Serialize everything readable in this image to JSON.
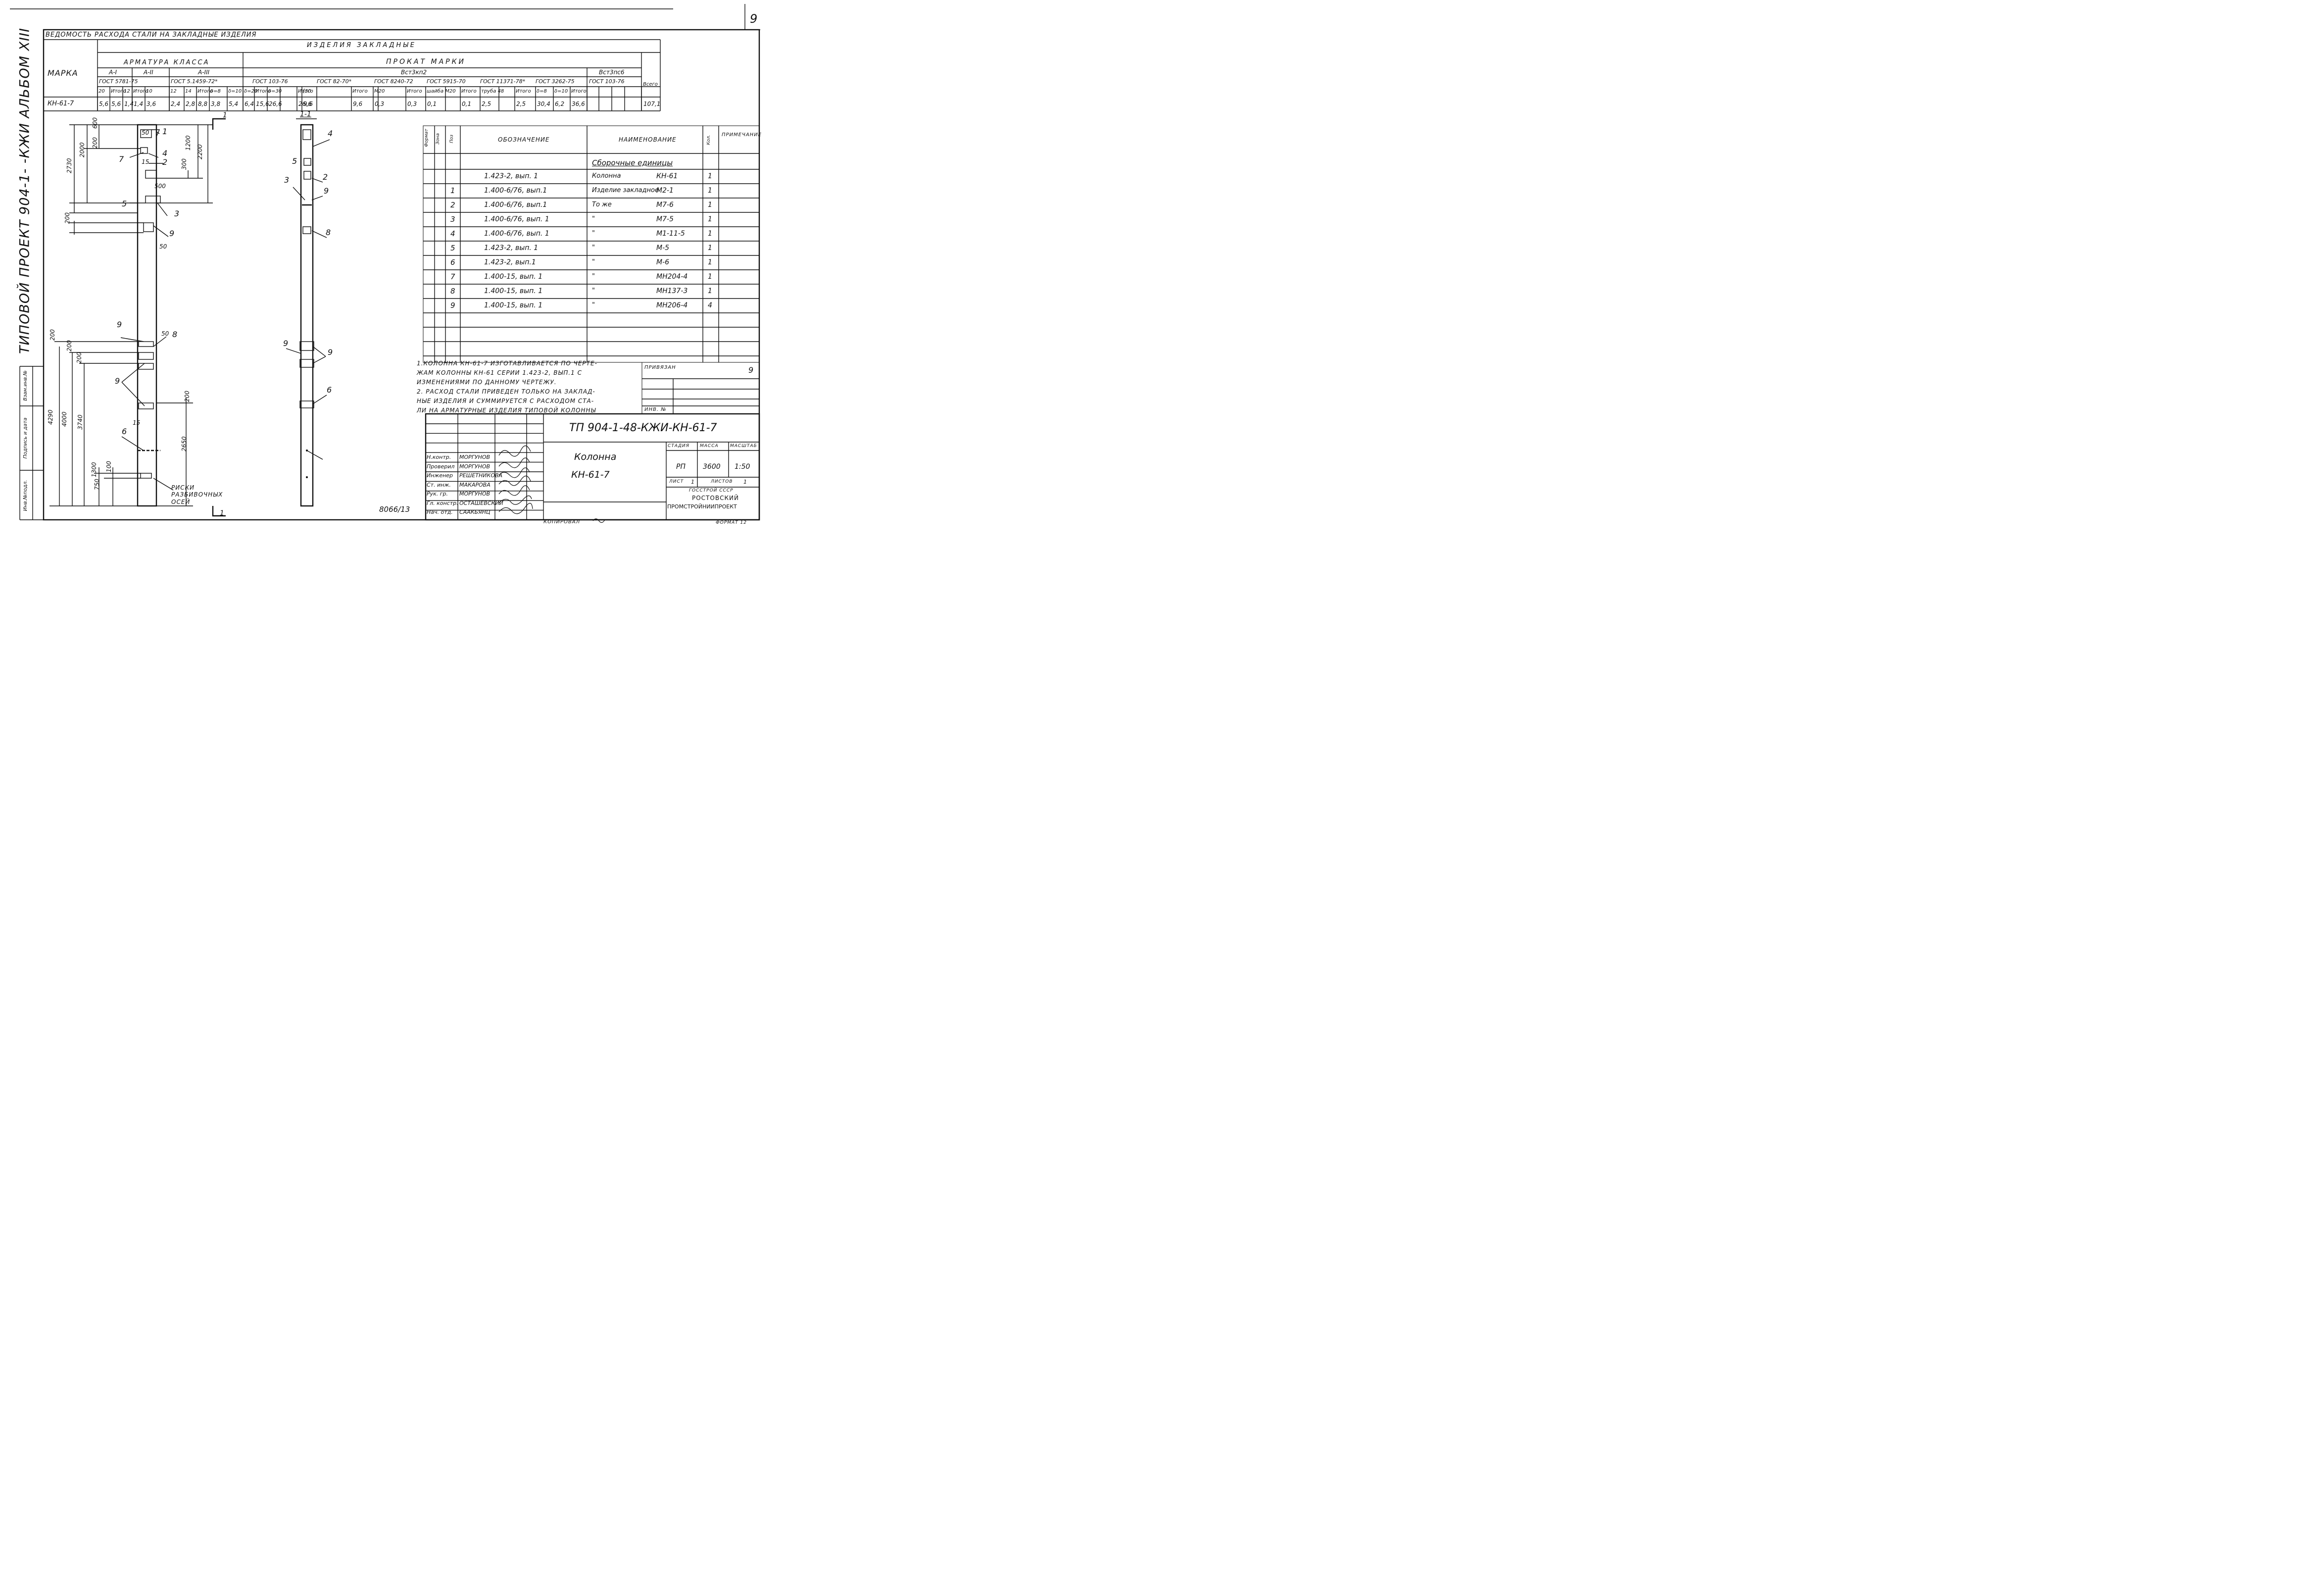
{
  "page_number": "9",
  "side_title": "Типовой проект 904-1- -КЖИ Альбом XIII",
  "side_stamp": [
    "Инв.№подл.",
    "Подпись и дата",
    "Взам.инв.№"
  ],
  "steel": {
    "title": "Ведомость расхода стали на закладные изделия",
    "super_header": "Изделия закладные",
    "marka_label": "Марка",
    "arm_label": "Арматура класса",
    "prokat_label": "Прокат марки",
    "arm_classes": [
      "А-I",
      "А-II",
      "А-III"
    ],
    "vst3kp2": "Вст3кп2",
    "vst3ps6": "Вст3пс6",
    "gost": [
      "ГОСТ 5781-75",
      "ГОСТ 5.1459-72*",
      "ГОСТ 103-76",
      "ГОСТ 82-70*",
      "ГОСТ 8240-72",
      "ГОСТ 5915-70",
      "ГОСТ 11371-78*",
      "ГОСТ 3262-75",
      "ГОСТ 103-76"
    ],
    "vsego": "Всего",
    "cols": [
      "20",
      "Итого",
      "12",
      "Итого",
      "10",
      "12",
      "14",
      "Итого",
      "δ=8",
      "δ=10",
      "δ=20",
      "Итого",
      "δ=30",
      "",
      "Итого",
      "[30",
      "",
      "Итого",
      "M20",
      "",
      "Итого",
      "шайба M20",
      "",
      "Итого",
      "труба 48",
      "",
      "Итого",
      "δ=8",
      "δ=10",
      "Итого"
    ],
    "row_mark": "КН-61-7",
    "row_values": [
      "5,6",
      "5,6",
      "1,4",
      "1,4",
      "3,6",
      "2,4",
      "2,8",
      "8,8",
      "3,8",
      "5,4",
      "6,4",
      "15,6",
      "26,6",
      "",
      "26,6",
      "9,6",
      "",
      "9,6",
      "0,3",
      "",
      "0,3",
      "0,1",
      "",
      "0,1",
      "2,5",
      "",
      "2,5",
      "30,4",
      "6,2",
      "36,6"
    ],
    "row_total": "107,1"
  },
  "drawing": {
    "section_mark": "1",
    "section_label": "1-1",
    "dims": [
      "2730",
      "2000",
      "200",
      "600",
      "1200",
      "2200",
      "300",
      "500",
      "50",
      "15",
      "200",
      "50",
      "200",
      "200",
      "200",
      "4290",
      "4000",
      "3740",
      "1300",
      "750",
      "100",
      "2650",
      "15",
      "200",
      "50"
    ],
    "callouts": [
      "1",
      "7",
      "4",
      "2",
      "5",
      "3",
      "9",
      "9",
      "8",
      "9",
      "6",
      "4",
      "5",
      "2",
      "3",
      "9",
      "8",
      "9",
      "9",
      "6"
    ],
    "risk_label": "Риски разбивочных осей",
    "sheet_code": "8066/13"
  },
  "spec": {
    "headers": [
      "Формат",
      "Зона",
      "Поз",
      "Обозначение",
      "Наименование",
      "Кол.",
      "Примечание"
    ],
    "section_title": "Сборочные единицы",
    "rows": [
      {
        "pos": "",
        "oboz": "1.423-2, вып. 1",
        "name": "Колонна",
        "mark": "КН-61",
        "qty": "1"
      },
      {
        "pos": "1",
        "oboz": "1.400-6/76, вып.1",
        "name": "Изделие закладное",
        "mark": "М2-1",
        "qty": "1"
      },
      {
        "pos": "2",
        "oboz": "1.400-6/76, вып.1",
        "name": "То же",
        "mark": "М7-6",
        "qty": "1"
      },
      {
        "pos": "3",
        "oboz": "1.400-6/76, вып. 1",
        "name": "\"",
        "mark": "М7-5",
        "qty": "1"
      },
      {
        "pos": "4",
        "oboz": "1.400-6/76, вып. 1",
        "name": "\"",
        "mark": "М1-11-5",
        "qty": "1"
      },
      {
        "pos": "5",
        "oboz": "1.423-2, вып. 1",
        "name": "\"",
        "mark": "М-5",
        "qty": "1"
      },
      {
        "pos": "6",
        "oboz": "1.423-2, вып.1",
        "name": "\"",
        "mark": "М-6",
        "qty": "1"
      },
      {
        "pos": "7",
        "oboz": "1.400-15, вып. 1",
        "name": "\"",
        "mark": "МН204-4",
        "qty": "1"
      },
      {
        "pos": "8",
        "oboz": "1.400-15, вып. 1",
        "name": "\"",
        "mark": "МН137-3",
        "qty": "1"
      },
      {
        "pos": "9",
        "oboz": "1.400-15, вып. 1",
        "name": "\"",
        "mark": "МН206-4",
        "qty": "4"
      }
    ]
  },
  "notes": [
    "1.Колонна КН-61-7 изготавливается по черте-",
    "жам колонны КН-61 серии 1.423-2, вып.1 с",
    "изменениями по данному чертежу.",
    "2. Расход стали приведен только на заклад-",
    "ные изделия и суммируется с расходом ста-",
    "ли на арматурные изделия типовой колонны"
  ],
  "privyazan": {
    "label": "Привязан",
    "value": "9",
    "inv_label": "Инв. №"
  },
  "title_block": {
    "code": "ТП 904-1-48-КЖИ-КН-61-7",
    "name_line1": "Колонна",
    "name_line2": "КН-61-7",
    "stadia_label": "Стадия",
    "massa_label": "Масса",
    "masshtab_label": "Масштаб",
    "stadia": "РП",
    "massa": "3600",
    "masshtab": "1:50",
    "list_label": "Лист",
    "list_value": "1",
    "listov_label": "Листов",
    "listov_value": "1",
    "org1": "Госстрой СССР",
    "org2": "Ростовский",
    "org3": "Промстройниипроект",
    "people": [
      {
        "role": "Н.контр.",
        "name": "Моргунов"
      },
      {
        "role": "Проверил",
        "name": "Моргунов"
      },
      {
        "role": "Инженер",
        "name": "Решетникова"
      },
      {
        "role": "Ст. инж.",
        "name": "Макарова"
      },
      {
        "role": "Рук. гр.",
        "name": "Моргунов"
      },
      {
        "role": "Гл. констр.",
        "name": "Осташевский"
      },
      {
        "role": "Нач. отд.",
        "name": "Саакьянц"
      }
    ]
  },
  "bottom": {
    "kopiroval": "Копировал",
    "format": "Формат 12"
  }
}
